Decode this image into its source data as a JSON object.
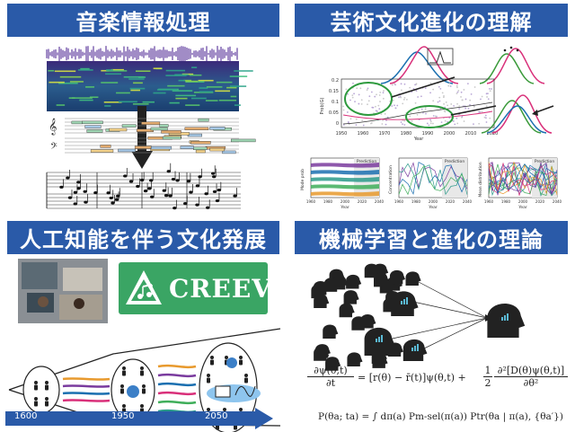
{
  "panels": {
    "top_left": {
      "title": "音楽情報処理"
    },
    "top_right": {
      "title": "芸術文化進化の理解"
    },
    "bottom_left": {
      "title": "人工知能を伴う文化発展"
    },
    "bottom_right": {
      "title": "機械学習と進化の理論"
    }
  },
  "top_right_plots": {
    "scatter": {
      "ylabel": "Prob(G)",
      "xlabel": "Year",
      "yticks": [
        "0.2",
        "0.15",
        "0.1",
        "0.05",
        "0"
      ],
      "xticks": [
        "1950",
        "1960",
        "1970",
        "1980",
        "1990",
        "2000",
        "2010",
        "2020"
      ]
    },
    "small_charts": [
      {
        "label": "Prediction",
        "ylabel": "Mode prob",
        "xlabel": "Year",
        "xticks": [
          "1960",
          "1980",
          "2000",
          "2020",
          "2040"
        ]
      },
      {
        "label": "Prediction",
        "ylabel": "Concentration",
        "xlabel": "Year",
        "xticks": [
          "1960",
          "1980",
          "2000",
          "2020",
          "2040"
        ]
      },
      {
        "label": "Prediction",
        "ylabel": "Mean distribution",
        "xlabel": "Year",
        "xticks": [
          "1960",
          "1980",
          "2000",
          "2020",
          "2040"
        ]
      }
    ]
  },
  "logo": {
    "text": "CREEVO"
  },
  "timeline": {
    "years": [
      "1600",
      "1950",
      "2050"
    ]
  },
  "equations": {
    "eq1_lhs_num": "∂ψ(θ,t)",
    "eq1_lhs_den": "∂t",
    "eq1_mid": "= [r(θ) − r̄(t)]ψ(θ,t) +",
    "eq1_half_num": "1",
    "eq1_half_den": "2",
    "eq1_rhs_num": "∂²[D(θ)ψ(θ,t)]",
    "eq1_rhs_den": "∂θ²",
    "eq2": "P(θa; ta) = ∫ dπ(a) Pm-sel(π(a)) Ptr(θa | π(a), {θa′})"
  },
  "colors": {
    "header": "#2a5aa8",
    "accent_green": "#3aa564",
    "arrow_blue": "#2a5aa8"
  }
}
